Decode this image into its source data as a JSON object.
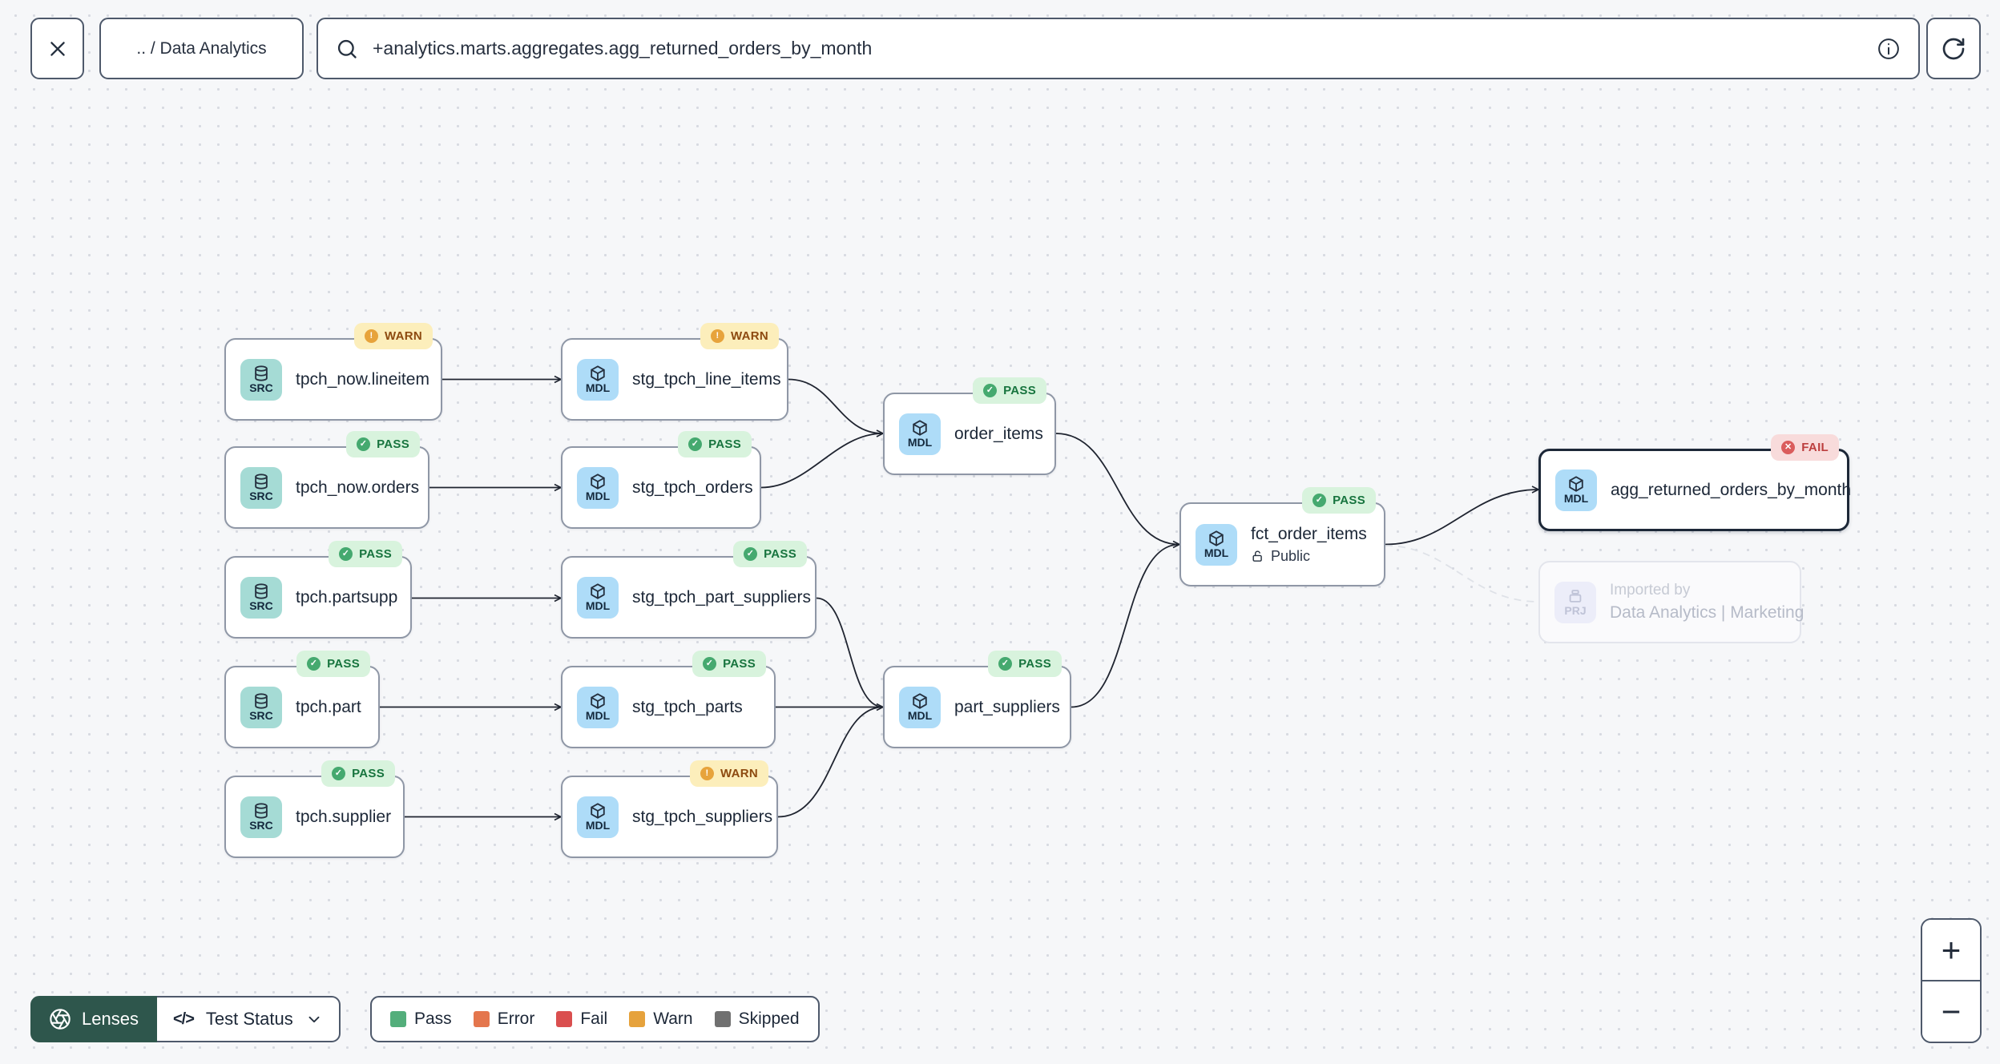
{
  "toolbar": {
    "breadcrumb": ".. / Data Analytics",
    "search_value": "+analytics.marts.aggregates.agg_returned_orders_by_month"
  },
  "icons": {
    "pass_glyph": "✓",
    "warn_glyph": "!",
    "fail_glyph": "✕",
    "code_glyph": "</>"
  },
  "graph": {
    "nodes": [
      {
        "id": "tpch_now.lineitem",
        "kind": "SRC",
        "label": "tpch_now.lineitem",
        "status": "WARN"
      },
      {
        "id": "stg_tpch_line_items",
        "kind": "MDL",
        "label": "stg_tpch_line_items",
        "status": "WARN"
      },
      {
        "id": "tpch_now.orders",
        "kind": "SRC",
        "label": "tpch_now.orders",
        "status": "PASS"
      },
      {
        "id": "stg_tpch_orders",
        "kind": "MDL",
        "label": "stg_tpch_orders",
        "status": "PASS"
      },
      {
        "id": "order_items",
        "kind": "MDL",
        "label": "order_items",
        "status": "PASS"
      },
      {
        "id": "tpch.partsupp",
        "kind": "SRC",
        "label": "tpch.partsupp",
        "status": "PASS"
      },
      {
        "id": "stg_tpch_part_suppliers",
        "kind": "MDL",
        "label": "stg_tpch_part_suppliers",
        "status": "PASS"
      },
      {
        "id": "tpch.part",
        "kind": "SRC",
        "label": "tpch.part",
        "status": "PASS"
      },
      {
        "id": "stg_tpch_parts",
        "kind": "MDL",
        "label": "stg_tpch_parts",
        "status": "PASS"
      },
      {
        "id": "part_suppliers",
        "kind": "MDL",
        "label": "part_suppliers",
        "status": "PASS"
      },
      {
        "id": "tpch.supplier",
        "kind": "SRC",
        "label": "tpch.supplier",
        "status": "PASS"
      },
      {
        "id": "stg_tpch_suppliers",
        "kind": "MDL",
        "label": "stg_tpch_suppliers",
        "status": "WARN"
      },
      {
        "id": "fct_order_items",
        "kind": "MDL",
        "label": "fct_order_items",
        "status": "PASS",
        "access": "Public"
      },
      {
        "id": "agg_returned_orders_by_month",
        "kind": "MDL",
        "label": "agg_returned_orders_by_month",
        "status": "FAIL",
        "selected": true
      },
      {
        "id": "imported_by_project",
        "kind": "PRJ",
        "title": "Imported by",
        "label": "Data Analytics | Marketing"
      }
    ],
    "edges": [
      {
        "from": "tpch_now.lineitem",
        "to": "stg_tpch_line_items"
      },
      {
        "from": "tpch_now.orders",
        "to": "stg_tpch_orders"
      },
      {
        "from": "tpch.partsupp",
        "to": "stg_tpch_part_suppliers"
      },
      {
        "from": "tpch.part",
        "to": "stg_tpch_parts"
      },
      {
        "from": "tpch.supplier",
        "to": "stg_tpch_suppliers"
      },
      {
        "from": "stg_tpch_line_items",
        "to": "order_items"
      },
      {
        "from": "stg_tpch_orders",
        "to": "order_items"
      },
      {
        "from": "stg_tpch_part_suppliers",
        "to": "part_suppliers"
      },
      {
        "from": "stg_tpch_parts",
        "to": "part_suppliers"
      },
      {
        "from": "stg_tpch_suppliers",
        "to": "part_suppliers"
      },
      {
        "from": "order_items",
        "to": "fct_order_items"
      },
      {
        "from": "part_suppliers",
        "to": "fct_order_items"
      },
      {
        "from": "fct_order_items",
        "to": "agg_returned_orders_by_month"
      },
      {
        "from": "fct_order_items",
        "to": "imported_by_project",
        "style": "dashed"
      }
    ]
  },
  "lenses": {
    "label": "Lenses",
    "selected_lens": "Test Status"
  },
  "legend": {
    "items": [
      {
        "label": "Pass",
        "color": "#53ae7b"
      },
      {
        "label": "Error",
        "color": "#e4764d"
      },
      {
        "label": "Fail",
        "color": "#da4f4f"
      },
      {
        "label": "Warn",
        "color": "#e6a23c"
      },
      {
        "label": "Skipped",
        "color": "#707070"
      }
    ]
  },
  "zoom_controls": {
    "zoom_in": "+",
    "zoom_out": "−"
  }
}
